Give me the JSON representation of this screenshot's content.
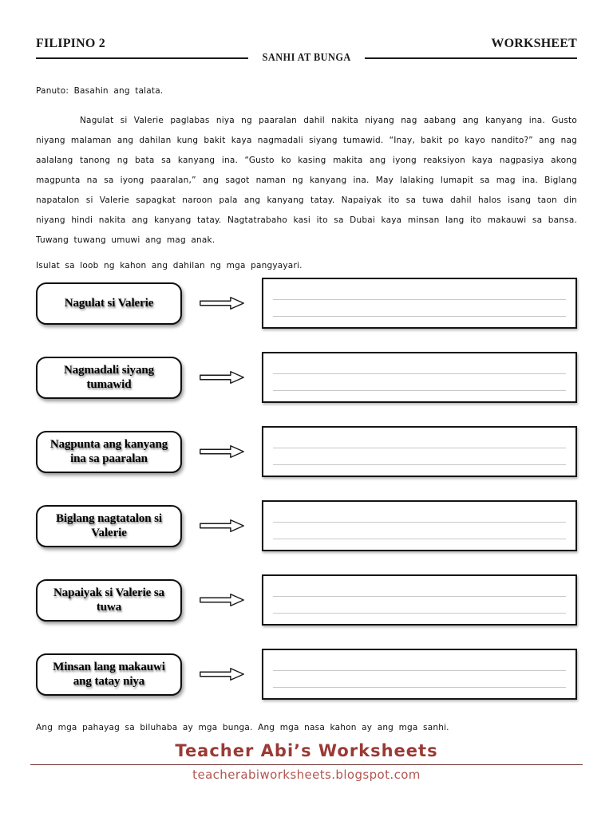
{
  "theme": {
    "ink": "#1a1a1a",
    "line-gray": "#c8c8c8",
    "accent-dark": "#9a3a36",
    "accent-light": "#b3554f",
    "rule-red": "#6b2f2c"
  },
  "header": {
    "course": "FILIPINO 2",
    "doc_type": "WORKSHEET",
    "title": "SANHI AT BUNGA"
  },
  "instructions": {
    "panuto": "Panuto: Basahin ang talata.",
    "task": "Isulat sa loob ng kahon ang dahilan ng mga pangyayari."
  },
  "paragraph": "Nagulat si Valerie paglabas niya ng paaralan dahil nakita niyang nag aabang ang kanyang ina. Gusto niyang malaman ang dahilan kung bakit kaya nagmadali siyang tumawid. “Inay, bakit po kayo nandito?” ang nag aalalang tanong ng bata sa kanyang ina. “Gusto ko kasing makita ang iyong reaksiyon kaya nagpasiya akong magpunta na sa iyong paaralan,” ang sagot naman ng kanyang ina. May lalaking lumapit sa mag ina. Biglang napatalon si Valerie sapagkat naroon pala ang kanyang tatay. Napaiyak ito sa tuwa dahil halos isang taon din niyang hindi nakita ang kanyang tatay. Nagtatrabaho kasi ito sa Dubai kaya minsan lang ito makauwi sa bansa. Tuwang tuwang umuwi ang mag anak.",
  "causes": [
    "Nagulat si Valerie",
    "Nagmadali siyang tumawid",
    "Nagpunta ang kanyang ina sa paaralan",
    "Biglang nagtatalon si Valerie",
    "Napaiyak si Valerie sa tuwa",
    "Minsan lang makauwi ang tatay niya"
  ],
  "note": "Ang mga pahayag sa biluhaba ay mga bunga. Ang mga nasa kahon ay ang mga sanhi.",
  "footer": {
    "brand": "Teacher Abi’s Worksheets",
    "url": "teacherabiworksheets.blogspot.com"
  }
}
